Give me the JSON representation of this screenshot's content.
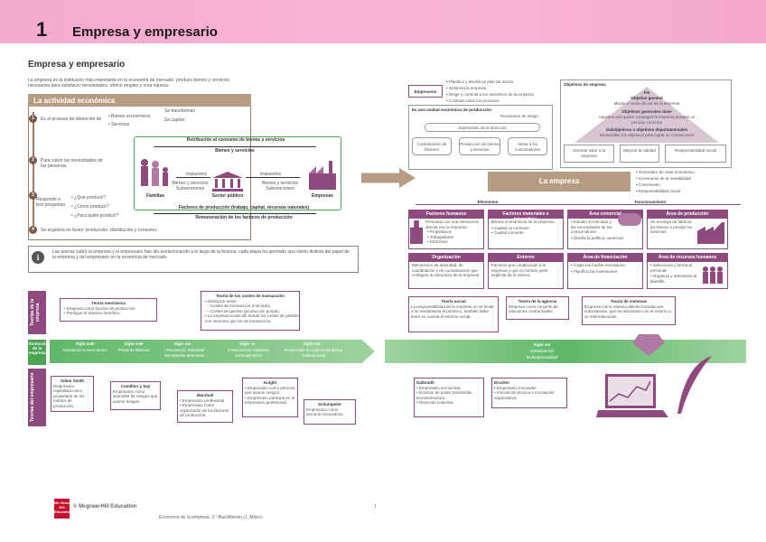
{
  "header": {
    "chapter_number": "1",
    "chapter_title": "Empresa y empresario"
  },
  "left": {
    "section_title": "Empresa y empresario",
    "intro": "La empresa es la institución más importante en la economía de mercado: produce bienes y servicios necesarios para satisfacer necesidades, ofrece empleo y crea riqueza.",
    "activity_banner": "La actividad económica",
    "step1_label": "Es el proceso de obtención de",
    "step1_items": [
      "• Bienes económicos",
      "• Servicios"
    ],
    "step1_right": [
      "Se transforman",
      "Se captan"
    ],
    "step2_label": "Para cubrir las necesidades de las personas.",
    "step3_label": "Responde a tres preguntas:",
    "questions": [
      "• ¿Qué producir?",
      "• ¿Cómo producir?",
      "• ¿Para quién producir?"
    ],
    "flow_top": "Retribución al consumo de bienes y servicios",
    "flow_goods": "Bienes y servicios",
    "flow_taxes_l": "Impuestos",
    "flow_taxes_r": "Impuestos",
    "flow_subs_l": "Bienes y servicios Subvenciones",
    "flow_subs_r": "Bienes y servicios Subvenciones",
    "actor_families": "Familias",
    "actor_public": "Sector público",
    "actor_firms": "Empresas",
    "flow_factors": "Factores de producción (trabajo, capital, recursos naturales)",
    "flow_pay": "Remuneración de los factores de producción",
    "step4_label": "Se organiza en fases: producción, distribución y consumo.",
    "info_text": "Las teorías sobre la empresa y el empresario han ido evolucionando a lo largo de la historia; cada etapa ha aportado una visión distinta del papel de la empresa y del empresario en la economía de mercado.",
    "step_nums": [
      "1",
      "2",
      "3",
      "4"
    ]
  },
  "theories": {
    "tab_company": "Teorías de la empresa",
    "tab_evolution": "Evolución de la empresa",
    "tab_entrepreneur": "Teorías del empresario",
    "neoclassical_title": "Teoría neoclásica",
    "neoclassical_items": [
      "• Empresa como función de producción.",
      "• Persigue el máximo beneficio."
    ],
    "transaction_title": "Teoría de los costes de transacción",
    "transaction_items": [
      "• Distinción entre:",
      "– Costes de transacción (mercado).",
      "– Costes de gestión (producción propia).",
      "• La empresa existe allí donde los costes de gestión son menores que los de transacción."
    ],
    "centuries": [
      {
        "c": "Siglo xvIII",
        "d": "Artesanos Comerciantes"
      },
      {
        "c": "Siglo xvIII",
        "d": "Primeras fábricas"
      },
      {
        "c": "Siglo xIx",
        "d": "I Revolución industrial Sociedades anónimas"
      },
      {
        "c": "Siglo xx",
        "d": "II Revolución industrial Automatización"
      },
      {
        "c": "Siglo xxI",
        "d": "Producción en cadena Empresa multinacional"
      }
    ],
    "smith_title": "Adam Smith",
    "smith_text": "Empresario capitalista como propietario de los medios de producción.",
    "cantillon_title": "Cantillon y Say",
    "cantillon_text": "Empresario como asumidor de riesgos que asume riesgos.",
    "marshall_title": "Marshall",
    "marshall_items": [
      "• Empresario profesional.",
      "• Empresario como organizador de los factores de producción."
    ],
    "knight_title": "Knight",
    "knight_items": [
      "• Empresario como persona que asume riesgos.",
      "• Empresario participa en el empresario profesional."
    ],
    "schumpeter_title": "Schumpeter",
    "schumpeter_text": "Empresario como persona innovadora."
  },
  "right": {
    "empresario_label": "Empresario",
    "empresario_items": [
      "• Planifica y diseña un plan de acción",
      "• Gestiona la empresa",
      "• Dirige y controla a los miembros de la empresa",
      "• Controla todos los procesos"
    ],
    "activity_header": "Es una unidad económica de producción:",
    "decisions": "Decisiones de riesgo",
    "supervision": "Supervisión de la dirección",
    "factors_box": "Combinación de factores",
    "goods_box": "Producción de bienes y servicios",
    "sale_box": "Venta a los consumidores",
    "objectives_title": "Objetivos de empresa",
    "pyramid_top": "Fin",
    "pyramid_general": "Objetivo general",
    "pyramid_general_txt": "Misión o razón de ser de la empresa",
    "pyramid_strategic": "Objetivos generales clave",
    "pyramid_strategic_txt": "Aquellos que quiere conseguir la empresa durante un período concreto",
    "pyramid_dept": "Subobjetivos u objetivos departamentales",
    "pyramid_dept_txt": "Desarrollan los objetivos para lograr su consecución",
    "pyr_boxes": [
      "Generar valor a la empresa",
      "Mejorar la calidad",
      "Responsabilidad social"
    ],
    "center_label": "La empresa",
    "center_items": [
      "• Generador de valor económico",
      "• Incremento de la rentabilidad",
      "• Crecimiento",
      "• Responsabilidad social"
    ],
    "elements_label": "Elementos",
    "functions_label": "Funcionamiento",
    "human_title": "Factores humanos",
    "human_items": [
      "Personas con una interacción directa con la empresa:",
      "• Propietarios",
      "• Trabajadores",
      "• Directivos"
    ],
    "material_title": "Factores materiales e intangibles",
    "material_items": [
      "Bienes económicos de la empresa:",
      "• Capital no corriente",
      "• Capital corriente"
    ],
    "commercial_title": "Área comercial",
    "commercial_items": [
      "• Estudio el mercado y las necesidades de los consumidores",
      "• Diseña la política comercial"
    ],
    "production_title": "Área de producción",
    "production_text": "Se encarga de fabricar los bienes o prestar los servicios.",
    "org_title": "Organización",
    "org_text": "Mecanismo de autoridad, de coordinación y de comunicación que configura la estructura de la empresa.",
    "env_title": "Entorno",
    "env_text": "Factores que condicionan a la empresa y que no forman parte explícita de la misma.",
    "finance_title": "Área de financiación",
    "finance_items": [
      "• Capta los fondos necesarios.",
      "• Planifica las inversiones."
    ],
    "hr_title": "Área de recursos humanos",
    "hr_items": [
      "• Selecciona y forma al personal.",
      "• Organiza y administra la plantilla."
    ],
    "social_title": "Teoría social",
    "social_text": "La responsabilidad de la empresa no se limita a su rendimiento económico, también debe tener en cuenta el entorno social.",
    "agency_title": "Teoría de la agencia",
    "agency_text": "Empresa como conjunto de relaciones contractuales.",
    "systems_title": "Teoría de sistemas",
    "systems_text": "Empresa como sistema abierto formado por subsistemas, que se relacionan con el entorno y se interrelacionan.",
    "century_label": "Siglo xxI",
    "century_sub": "Globalización",
    "century_sub2": "Multinacionalidad",
    "galbraith_title": "Galbraith",
    "galbraith_items": [
      "• Empresario tecnócrata.",
      "• Dominio de poder transmitido tecnoestructura.",
      "• Dirección colectiva."
    ],
    "drucker_title": "Drucker",
    "drucker_items": [
      "• Empresario innovador.",
      "• Innovación técnica e innovación organizativa."
    ]
  },
  "footer": {
    "publisher": "© Mcgraw-Hill Education",
    "book": "Economía de la empresa, 2.º Bachillerato (J. Alfaro).",
    "page": "1",
    "logo_text": "Mc Graw Hill Education"
  }
}
